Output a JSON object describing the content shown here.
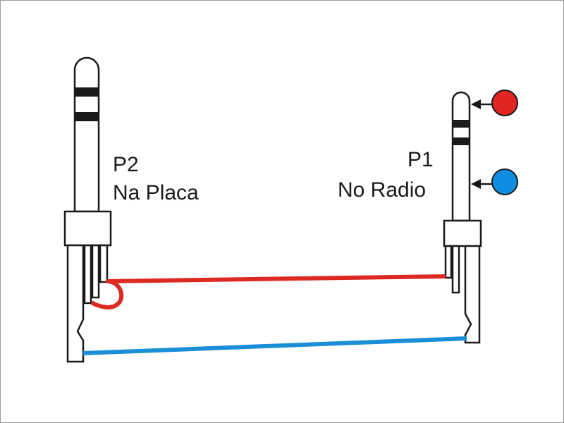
{
  "diagram": {
    "p2": {
      "name": "P2",
      "location": "Na Placa"
    },
    "p1": {
      "name": "P1",
      "location": "No Radio"
    },
    "colors": {
      "red_wire": "#dc2a22",
      "blue_wire": "#1a8fd8",
      "red_dot": "#e02522",
      "blue_dot": "#0d8ee0",
      "outline": "#1a1a1a",
      "band": "#1a1a1a"
    }
  }
}
